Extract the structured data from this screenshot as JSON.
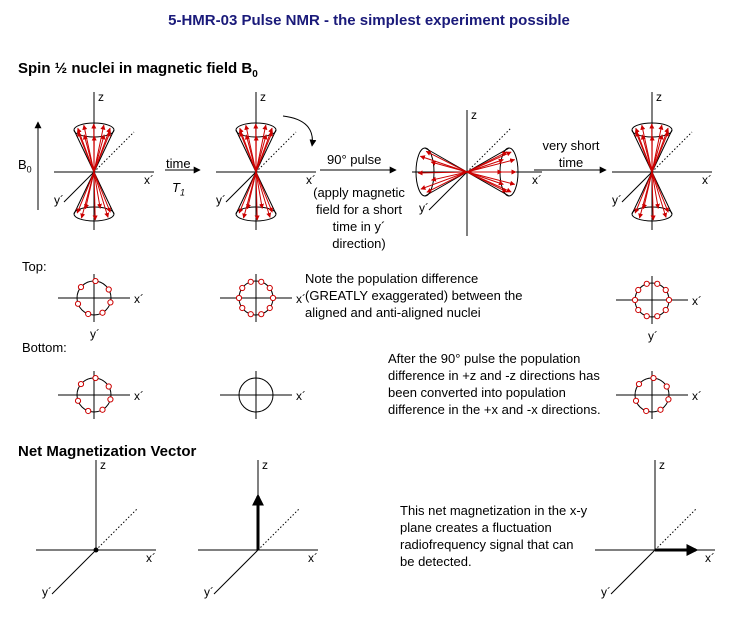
{
  "title": "5-HMR-03 Pulse NMR - the simplest experiment possible",
  "section1": {
    "text": "Spin ½ nuclei in magnetic field B",
    "sub": "0"
  },
  "b0_label": {
    "text": "B",
    "sub": "0"
  },
  "axis": {
    "z": "z",
    "x": "x´",
    "y": "y´"
  },
  "arrows": {
    "time": "time",
    "t1": {
      "text": "T",
      "sub": "1"
    },
    "pulse": "90° pulse",
    "pulse_note": "(apply magnetic field for a short time in y´ direction)",
    "very_short": "very short time"
  },
  "rows": {
    "top": "Top:",
    "bottom": "Bottom:"
  },
  "note1": "Note the population difference (GREATLY exaggerated) between the aligned and anti-aligned nuclei",
  "note2": "After the 90° pulse the population difference in +z and -z directions has been converted into population difference in the +x and -x directions.",
  "section2": "Net Magnetization Vector",
  "note3": "This net magnetization in the x-y plane creates a fluctuation radiofrequency signal that can be detected.",
  "colors": {
    "title": "#1a1a7a",
    "spins": "#cc0000",
    "axes": "#000000"
  }
}
